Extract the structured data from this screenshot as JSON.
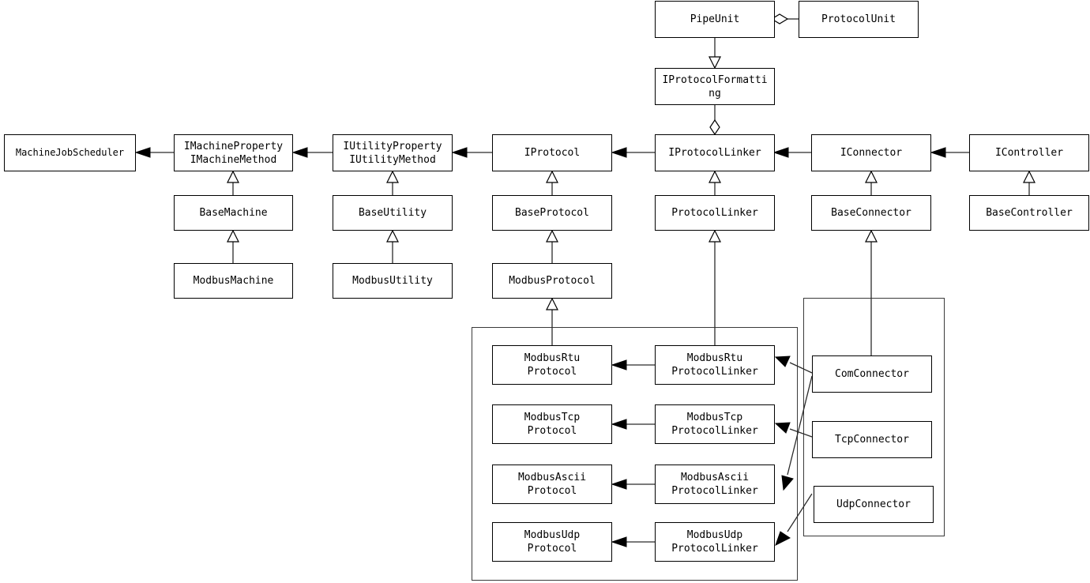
{
  "diagram": {
    "title": "Modbus Protocol Stack Class Diagram",
    "type": "uml-class-diagram",
    "background_color": "#ffffff",
    "box_border_color": "#000000",
    "edge_color": "#2b2b2b"
  },
  "boxes": {
    "pipe_unit": "PipeUnit",
    "protocol_unit": "ProtocolUnit",
    "iprotocol_formatting": "IProtocolFormatti\nng",
    "machine_job_scheduler": "MachineJobScheduler",
    "imachine_property": "IMachineProperty\nIMachineMethod",
    "iutility_property": "IUtilityProperty\nIUtilityMethod",
    "iprotocol": "IProtocol",
    "iprotocol_linker": "IProtocolLinker",
    "iconnector": "IConnector",
    "icontroller": "IController",
    "base_machine": "BaseMachine",
    "base_utility": "BaseUtility",
    "base_protocol": "BaseProtocol",
    "protocol_linker": "ProtocolLinker",
    "base_connector": "BaseConnector",
    "base_controller": "BaseController",
    "modbus_machine": "ModbusMachine",
    "modbus_utility": "ModbusUtility",
    "modbus_protocol": "ModbusProtocol",
    "modbus_rtu_protocol": "ModbusRtu\nProtocol",
    "modbus_tcp_protocol": "ModbusTcp\nProtocol",
    "modbus_ascii_protocol": "ModbusAscii\nProtocol",
    "modbus_udp_protocol": "ModbusUdp\nProtocol",
    "modbus_rtu_protocol_linker": "ModbusRtu\nProtocolLinker",
    "modbus_tcp_protocol_linker": "ModbusTcp\nProtocolLinker",
    "modbus_ascii_protocol_linker": "ModbusAscii\nProtocolLinker",
    "modbus_udp_protocol_linker": "ModbusUdp\nProtocolLinker",
    "com_connector": "ComConnector",
    "tcp_connector": "TcpConnector",
    "udp_connector": "UdpConnector"
  },
  "relationships": [
    {
      "from": "ProtocolUnit",
      "to": "PipeUnit",
      "type": "aggregation"
    },
    {
      "from": "PipeUnit",
      "to": "IProtocolFormatting",
      "type": "generalization"
    },
    {
      "from": "IProtocolFormatting",
      "to": "IProtocolLinker",
      "type": "aggregation"
    },
    {
      "from": "IMachineProperty/IMachineMethod",
      "to": "MachineJobScheduler",
      "type": "association"
    },
    {
      "from": "IUtilityProperty/IUtilityMethod",
      "to": "IMachineProperty/IMachineMethod",
      "type": "association"
    },
    {
      "from": "IProtocol",
      "to": "IUtilityProperty/IUtilityMethod",
      "type": "association"
    },
    {
      "from": "IProtocolLinker",
      "to": "IProtocol",
      "type": "association"
    },
    {
      "from": "IConnector",
      "to": "IProtocolLinker",
      "type": "association"
    },
    {
      "from": "IController",
      "to": "IConnector",
      "type": "association"
    },
    {
      "from": "BaseMachine",
      "to": "IMachineProperty/IMachineMethod",
      "type": "generalization"
    },
    {
      "from": "BaseUtility",
      "to": "IUtilityProperty/IUtilityMethod",
      "type": "generalization"
    },
    {
      "from": "BaseProtocol",
      "to": "IProtocol",
      "type": "generalization"
    },
    {
      "from": "ProtocolLinker",
      "to": "IProtocolLinker",
      "type": "generalization"
    },
    {
      "from": "BaseConnector",
      "to": "IConnector",
      "type": "generalization"
    },
    {
      "from": "BaseController",
      "to": "IController",
      "type": "generalization"
    },
    {
      "from": "ModbusMachine",
      "to": "BaseMachine",
      "type": "generalization"
    },
    {
      "from": "ModbusUtility",
      "to": "BaseUtility",
      "type": "generalization"
    },
    {
      "from": "ModbusProtocol",
      "to": "BaseProtocol",
      "type": "generalization"
    },
    {
      "from": "ModbusRtuProtocol",
      "to": "ModbusProtocol",
      "type": "generalization"
    },
    {
      "from": "ModbusRtuProtocolLinker",
      "to": "ProtocolLinker",
      "type": "generalization"
    },
    {
      "from": "ModbusRtuProtocolLinker",
      "to": "ModbusRtuProtocol",
      "type": "association"
    },
    {
      "from": "ModbusTcpProtocolLinker",
      "to": "ModbusTcpProtocol",
      "type": "association"
    },
    {
      "from": "ModbusAsciiProtocolLinker",
      "to": "ModbusAsciiProtocol",
      "type": "association"
    },
    {
      "from": "ModbusUdpProtocolLinker",
      "to": "ModbusUdpProtocol",
      "type": "association"
    },
    {
      "from": "ComConnector",
      "to": "BaseConnector",
      "type": "generalization"
    },
    {
      "from": "ComConnector",
      "to": "ModbusRtuProtocolLinker",
      "type": "association"
    },
    {
      "from": "ComConnector",
      "to": "ModbusAsciiProtocolLinker",
      "type": "association"
    },
    {
      "from": "TcpConnector",
      "to": "ModbusTcpProtocolLinker",
      "type": "association"
    },
    {
      "from": "UdpConnector",
      "to": "ModbusUdpProtocolLinker",
      "type": "association"
    }
  ]
}
